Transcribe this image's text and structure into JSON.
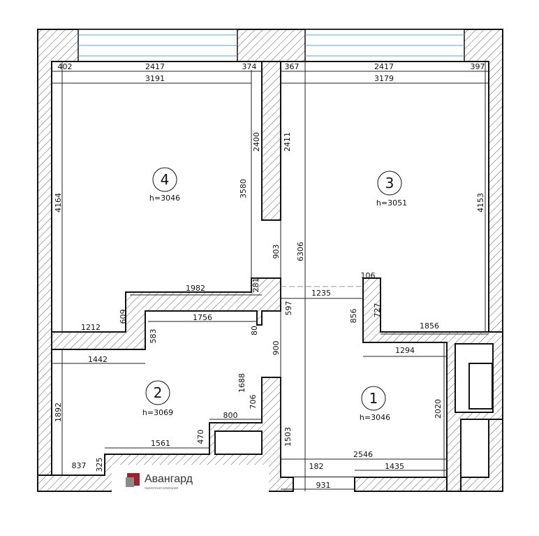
{
  "plan": {
    "rooms": [
      {
        "number": "4",
        "height": "h=3046"
      },
      {
        "number": "3",
        "height": "h=3051"
      },
      {
        "number": "2",
        "height": "h=3069"
      },
      {
        "number": "1",
        "height": "h=3046"
      }
    ],
    "dims": [
      "402",
      "2417",
      "374",
      "3191",
      "367",
      "2417",
      "397",
      "3179",
      "2400",
      "2411",
      "3580",
      "4164",
      "4153",
      "903",
      "6306",
      "1982",
      "281",
      "106",
      "1235",
      "597",
      "856",
      "727",
      "1212",
      "609",
      "1756",
      "80",
      "1856",
      "583",
      "1294",
      "1442",
      "900",
      "1688",
      "2020",
      "706",
      "1892",
      "800",
      "470",
      "1503",
      "1561",
      "2546",
      "837",
      "325",
      "182",
      "1435",
      "931"
    ],
    "colors": {
      "wall": "#111111",
      "window": "#5aa7c9",
      "logo_red": "#a0212b",
      "logo_gray": "#8a8a8a"
    }
  },
  "logo": {
    "name": "Авангард",
    "tagline": "оценочная компания"
  }
}
